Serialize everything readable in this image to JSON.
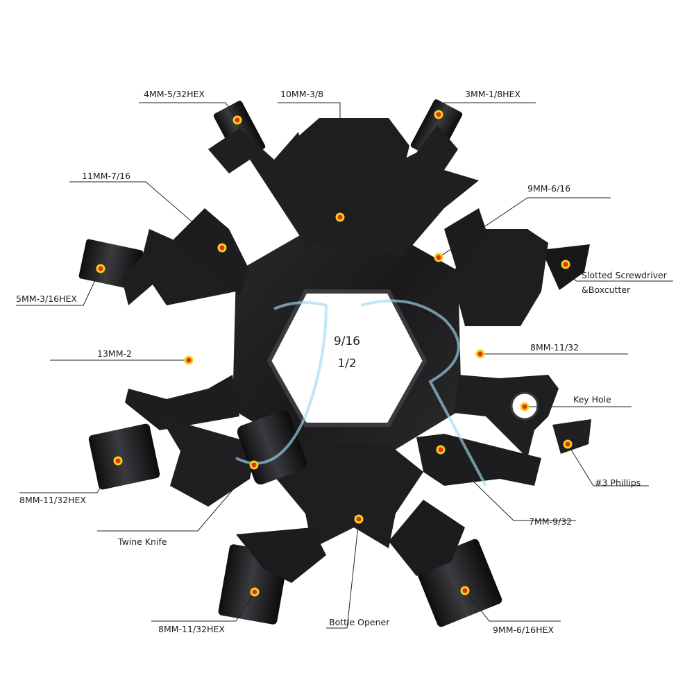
{
  "colors": {
    "tool_body": "#1c1c1e",
    "tool_edge": "#3a3a3d",
    "marker_fill": "#e03010",
    "marker_ring": "#f2d21a",
    "leader_line": "#222222",
    "watermark": "#9fd8ee"
  },
  "center": {
    "line1": "9/16",
    "line2": "1/2"
  },
  "callouts": [
    {
      "id": "c01",
      "label": "4MM-5/32HEX"
    },
    {
      "id": "c02",
      "label": "10MM-3/8"
    },
    {
      "id": "c03",
      "label": "3MM-1/8HEX"
    },
    {
      "id": "c04",
      "label": "11MM-7/16"
    },
    {
      "id": "c05",
      "label": "9MM-6/16"
    },
    {
      "id": "c06",
      "label": "Slotted Screwdriver"
    },
    {
      "id": "c06b",
      "label": "&Boxcutter"
    },
    {
      "id": "c07",
      "label": "5MM-3/16HEX"
    },
    {
      "id": "c08",
      "label": "13MM-2"
    },
    {
      "id": "c09",
      "label": "8MM-11/32"
    },
    {
      "id": "c10",
      "label": "Key Hole"
    },
    {
      "id": "c11",
      "label": "#3 Phillips"
    },
    {
      "id": "c12",
      "label": "8MM-11/32HEX"
    },
    {
      "id": "c13",
      "label": "Twine Knife"
    },
    {
      "id": "c14",
      "label": "7MM-9/32"
    },
    {
      "id": "c15",
      "label": "8MM-11/32HEX"
    },
    {
      "id": "c16",
      "label": "Bottle Opener"
    },
    {
      "id": "c17",
      "label": "9MM-6/16HEX"
    }
  ]
}
